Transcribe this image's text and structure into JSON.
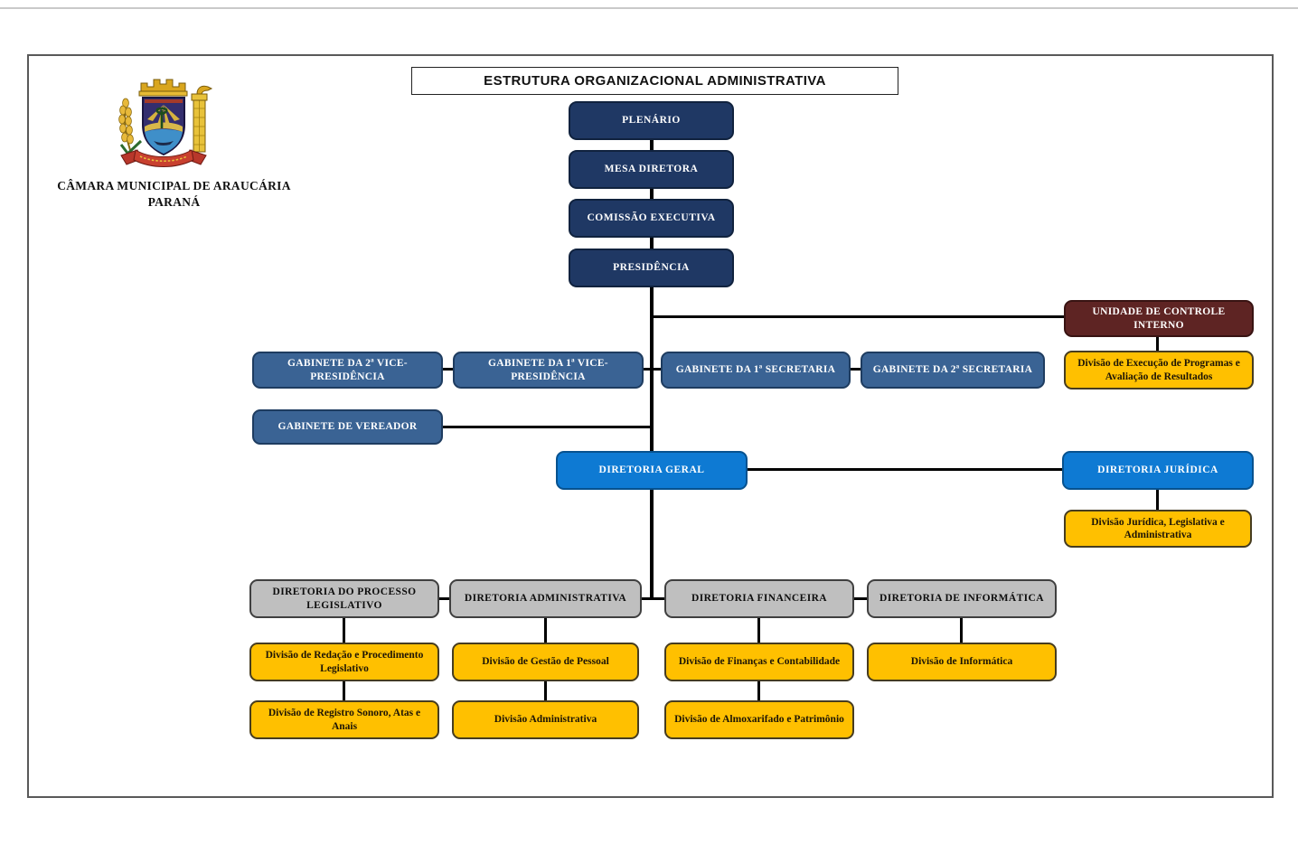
{
  "page": {
    "title": "ESTRUTURA ORGANIZACIONAL ADMINISTRATIVA"
  },
  "org": {
    "name_line1": "CÂMARA MUNICIPAL DE ARAUCÁRIA",
    "name_line2": "PARANÁ",
    "emblem": "coat-of-arms-araucaria"
  },
  "palette": {
    "navy": "#1f3864",
    "steel_blue": "#3a6394",
    "bright_blue": "#0e7ad3",
    "maroon": "#5e2423",
    "yellow": "#ffc000",
    "gray": "#bfbfbf",
    "connector": "#000000"
  },
  "nodes": {
    "plenario": {
      "label": "PLENÁRIO",
      "color": "navy"
    },
    "mesa_diretora": {
      "label": "MESA DIRETORA",
      "color": "navy"
    },
    "comissao_executiva": {
      "label": "COMISSÃO EXECUTIVA",
      "color": "navy"
    },
    "presidencia": {
      "label": "PRESIDÊNCIA",
      "color": "navy"
    },
    "unidade_controle_interno": {
      "label": "UNIDADE DE CONTROLE INTERNO",
      "color": "maroon"
    },
    "div_execucao_programas": {
      "label": "Divisão de Execução de Programas e Avaliação de Resultados",
      "color": "yellow"
    },
    "gab_2_vice_presidencia": {
      "label": "GABINETE DA 2ª VICE-PRESIDÊNCIA",
      "color": "steel_blue"
    },
    "gab_1_vice_presidencia": {
      "label": "GABINETE DA 1ª VICE-PRESIDÊNCIA",
      "color": "steel_blue"
    },
    "gab_1_secretaria": {
      "label": "GABINETE DA 1ª SECRETARIA",
      "color": "steel_blue"
    },
    "gab_2_secretaria": {
      "label": "GABINETE DA 2ª SECRETARIA",
      "color": "steel_blue"
    },
    "gab_vereador": {
      "label": "GABINETE DE VEREADOR",
      "color": "steel_blue"
    },
    "diretoria_geral": {
      "label": "DIRETORIA GERAL",
      "color": "bright_blue"
    },
    "diretoria_juridica": {
      "label": "DIRETORIA JURÍDICA",
      "color": "bright_blue"
    },
    "div_juridica": {
      "label": "Divisão Jurídica, Legislativa e Administrativa",
      "color": "yellow"
    },
    "dir_processo_legislativo": {
      "label": "DIRETORIA DO PROCESSO LEGISLATIVO",
      "color": "gray"
    },
    "dir_administrativa": {
      "label": "DIRETORIA ADMINISTRATIVA",
      "color": "gray"
    },
    "dir_financeira": {
      "label": "DIRETORIA FINANCEIRA",
      "color": "gray"
    },
    "dir_informatica": {
      "label": "DIRETORIA DE INFORMÁTICA",
      "color": "gray"
    },
    "div_redacao": {
      "label": "Divisão de Redação e Procedimento Legislativo",
      "color": "yellow"
    },
    "div_registro_sonoro": {
      "label": "Divisão de Registro Sonoro, Atas e Anais",
      "color": "yellow"
    },
    "div_gestao_pessoal": {
      "label": "Divisão de Gestão de Pessoal",
      "color": "yellow"
    },
    "div_administrativa": {
      "label": "Divisão Administrativa",
      "color": "yellow"
    },
    "div_financas": {
      "label": "Divisão de Finanças e Contabilidade",
      "color": "yellow"
    },
    "div_almoxarifado": {
      "label": "Divisão de Almoxarifado e Patrimônio",
      "color": "yellow"
    },
    "div_informatica": {
      "label": "Divisão de Informática",
      "color": "yellow"
    }
  },
  "hierarchy": [
    {
      "from": "plenario",
      "to": "mesa_diretora"
    },
    {
      "from": "mesa_diretora",
      "to": "comissao_executiva"
    },
    {
      "from": "comissao_executiva",
      "to": "presidencia"
    },
    {
      "from": "presidencia",
      "to": "unidade_controle_interno"
    },
    {
      "from": "unidade_controle_interno",
      "to": "div_execucao_programas"
    },
    {
      "from": "presidencia",
      "to": "gab_2_vice_presidencia"
    },
    {
      "from": "presidencia",
      "to": "gab_1_vice_presidencia"
    },
    {
      "from": "presidencia",
      "to": "gab_1_secretaria"
    },
    {
      "from": "presidencia",
      "to": "gab_2_secretaria"
    },
    {
      "from": "presidencia",
      "to": "gab_vereador"
    },
    {
      "from": "presidencia",
      "to": "diretoria_geral"
    },
    {
      "from": "diretoria_geral",
      "to": "diretoria_juridica"
    },
    {
      "from": "diretoria_juridica",
      "to": "div_juridica"
    },
    {
      "from": "diretoria_geral",
      "to": "dir_processo_legislativo"
    },
    {
      "from": "diretoria_geral",
      "to": "dir_administrativa"
    },
    {
      "from": "diretoria_geral",
      "to": "dir_financeira"
    },
    {
      "from": "diretoria_geral",
      "to": "dir_informatica"
    },
    {
      "from": "dir_processo_legislativo",
      "to": "div_redacao"
    },
    {
      "from": "div_redacao",
      "to": "div_registro_sonoro"
    },
    {
      "from": "dir_administrativa",
      "to": "div_gestao_pessoal"
    },
    {
      "from": "div_gestao_pessoal",
      "to": "div_administrativa"
    },
    {
      "from": "dir_financeira",
      "to": "div_financas"
    },
    {
      "from": "div_financas",
      "to": "div_almoxarifado"
    },
    {
      "from": "dir_informatica",
      "to": "div_informatica"
    }
  ]
}
